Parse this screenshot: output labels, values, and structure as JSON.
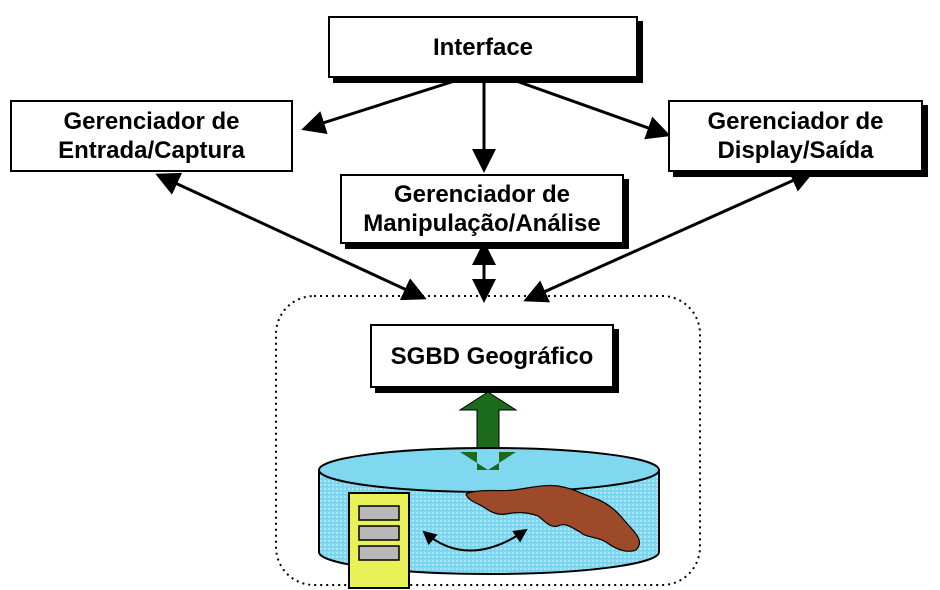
{
  "nodes": {
    "interface": {
      "label": "Interface"
    },
    "entrada": {
      "line1": "Gerenciador de",
      "line2": "Entrada/Captura"
    },
    "display": {
      "line1": "Gerenciador de",
      "line2": "Display/Saída"
    },
    "manipulacao": {
      "line1": "Gerenciador de",
      "line2": "Manipulação/Análise"
    },
    "sgbd": {
      "label": "SGBD Geográfico"
    }
  },
  "colors": {
    "database_fill": "#7fd8f0",
    "database_pattern": "#a8e4f6",
    "storage_arrow": "#1b6b1b",
    "record_panel": "#e8f05a",
    "record_slot": "#b8b8b8",
    "region_shape": "#9c4a2a"
  },
  "icons": {
    "container": "dotted-rounded-container",
    "database": "database-cylinder-icon",
    "records": "table-records-icon",
    "region": "map-region-icon"
  }
}
